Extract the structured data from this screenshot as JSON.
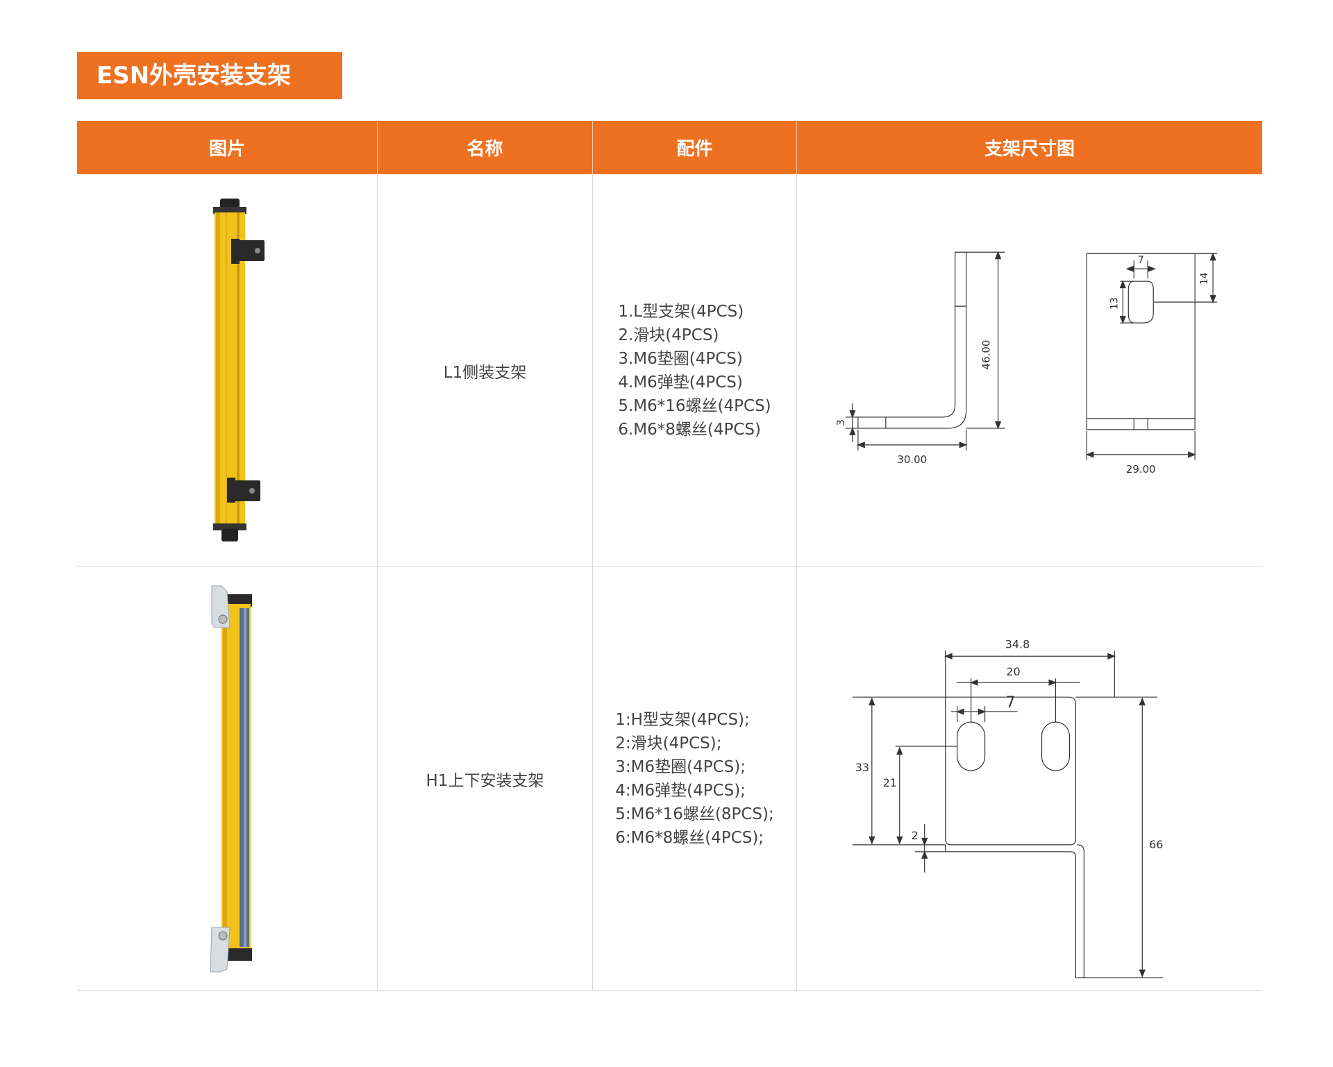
{
  "section_title": "ESN外壳安装支架",
  "table": {
    "headers": [
      "图片",
      "名称",
      "配件",
      "支架尺寸图"
    ],
    "rows": [
      {
        "name": "L1侧装支架",
        "parts": [
          "1.L型支架(4PCS)",
          "2.滑块(4PCS)",
          "3.M6垫圈(4PCS)",
          "4.M6弹垫(4PCS)",
          "5.M6*16螺丝(4PCS)",
          "6.M6*8螺丝(4PCS)"
        ],
        "dims": {
          "height": "46.00",
          "thickness": "3",
          "length": "30.00",
          "slot_w": "7",
          "slot_h": "13",
          "slot_top": "14",
          "width": "29.00"
        }
      },
      {
        "name": "H1上下安装支架",
        "parts": [
          "1:H型支架(4PCS);",
          "2:滑块(4PCS);",
          "3:M6垫圈(4PCS);",
          "4:M6弹垫(4PCS);",
          "5:M6*16螺丝(8PCS);",
          "6:M6*8螺丝(4PCS);"
        ],
        "dims": {
          "width": "34.8",
          "hole_spacing": "20",
          "slot_w": "7",
          "plate_h": "33",
          "hole_h": "21",
          "thickness": "2",
          "total_h": "66"
        }
      }
    ]
  },
  "colors": {
    "accent": "#ee7121",
    "product_yellow": "#f2c21a",
    "bracket_black": "#2a2a2a"
  }
}
